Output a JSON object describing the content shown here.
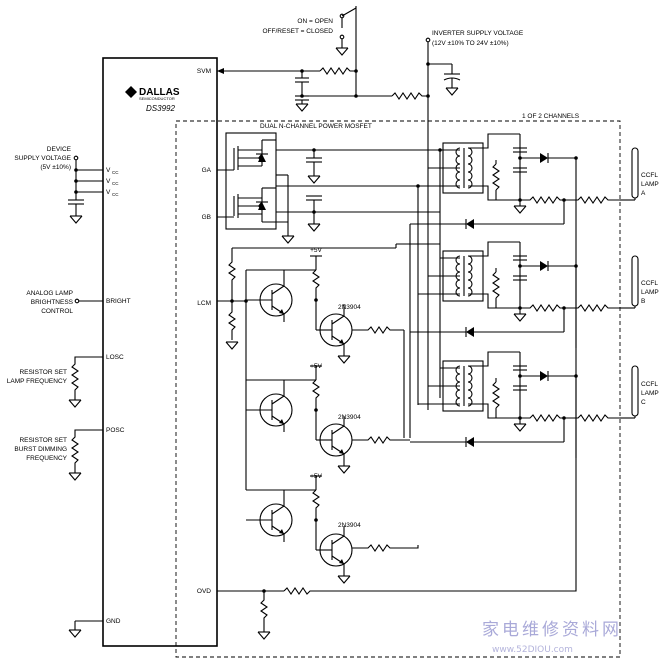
{
  "chip": {
    "brand": "DALLAS",
    "brand_sub": "SEMICONDUCTOR",
    "part": "DS3992",
    "pins": {
      "svm": "SVM",
      "vcc": "V",
      "vcc_sub": "CC",
      "ga": "GA",
      "gb": "GB",
      "bright": "BRIGHT",
      "lcm": "LCM",
      "losc": "LOSC",
      "posc": "POSC",
      "ovd": "OVD",
      "gnd": "GND"
    }
  },
  "labels": {
    "switch_open": "ON = OPEN",
    "switch_closed": "OFF/RESET = CLOSED",
    "inverter_title": "INVERTER SUPPLY VOLTAGE",
    "inverter_range": "(12V ±10% TO 24V ±10%)",
    "channels": "1 OF 2 CHANNELS",
    "mosfet": "DUAL N-CHANNEL POWER MOSFET",
    "device_supply_1": "DEVICE",
    "device_supply_2": "SUPPLY VOLTAGE",
    "device_supply_3": "(5V ±10%)",
    "analog_1": "ANALOG LAMP",
    "analog_2": "BRIGHTNESS",
    "analog_3": "CONTROL",
    "rset_lamp_1": "RESISTOR SET",
    "rset_lamp_2": "LAMP FREQUENCY",
    "rset_burst_1": "RESISTOR SET",
    "rset_burst_2": "BURST DIMMING",
    "rset_burst_3": "FREQUENCY",
    "plus5v": "+5V",
    "transistor": "2N3904",
    "lamp_a": [
      "CCFL",
      "LAMP",
      "A"
    ],
    "lamp_b": [
      "CCFL",
      "LAMP",
      "B"
    ],
    "lamp_c": [
      "CCFL",
      "LAMP",
      "C"
    ]
  },
  "watermark": {
    "cn": "家电维修资料网",
    "url": "www.52DIOU.com"
  },
  "colors": {
    "ink": "#000000",
    "watermark": "#a9a9d8",
    "background": "#ffffff"
  }
}
